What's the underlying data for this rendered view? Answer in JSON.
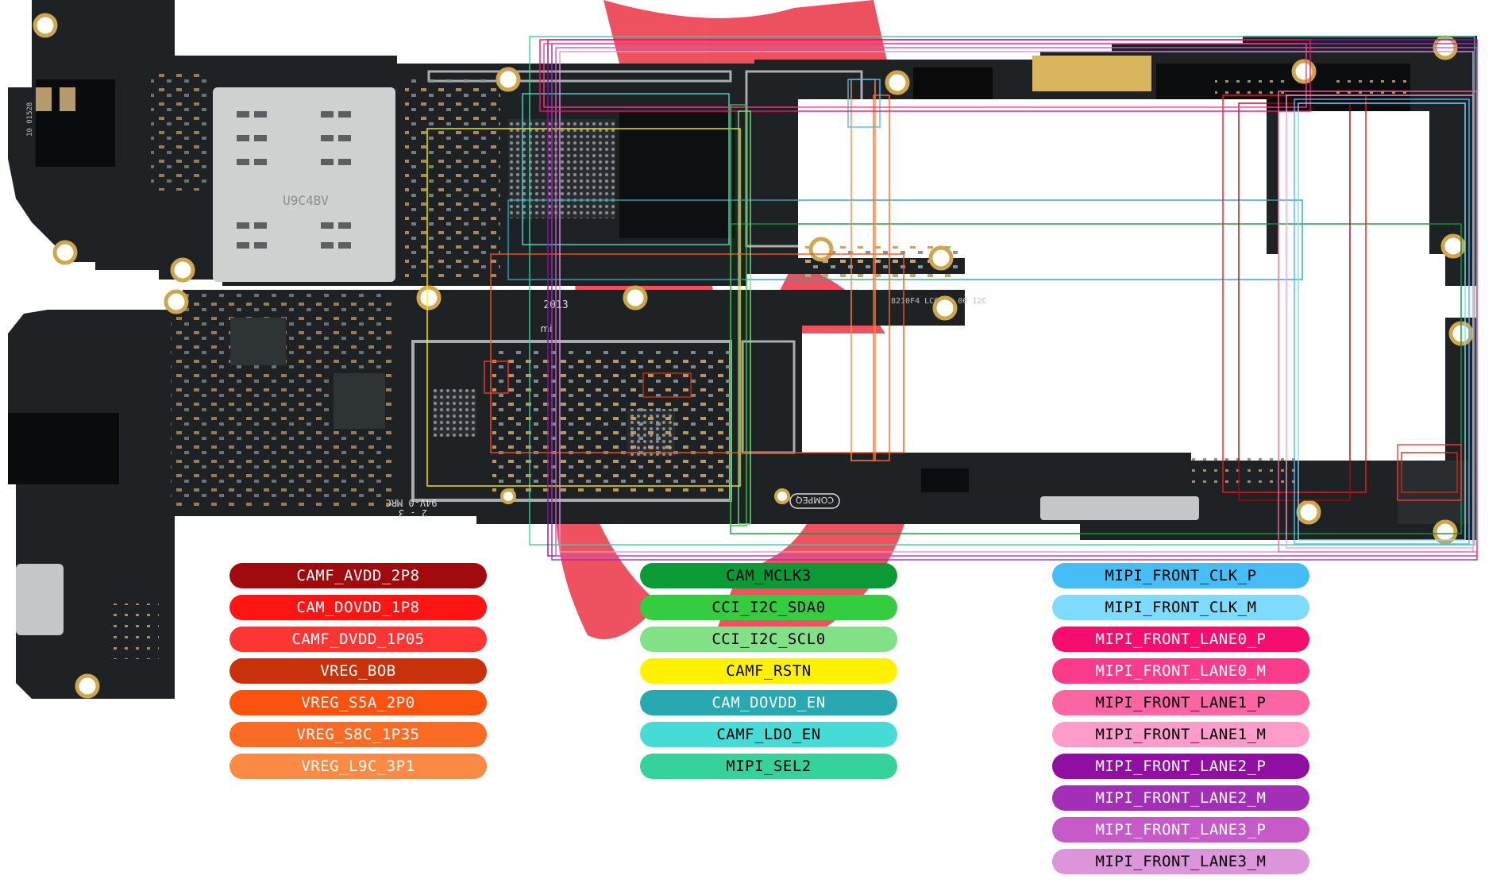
{
  "board": {
    "chip_marking": "U9C4BV",
    "silk_2013": "2013",
    "silk_mi": "mi",
    "silk_94v": "94V-0 MRC",
    "silk_23": "2 - 3",
    "silk_compeq": "COMPEQ",
    "silk_side": "8210F4 LC0000 00 12C",
    "silk_01": "10 01528",
    "watermark_colors": {
      "primary": "#e8182c"
    }
  },
  "legend": {
    "column1": [
      {
        "label": "CAMF_AVDD_2P8",
        "color": "#a10b0e",
        "text_color": "#ffffff"
      },
      {
        "label": "CAM_DOVDD_1P8",
        "color": "#fc1513",
        "text_color": "#ffffff"
      },
      {
        "label": "CAMF_DVDD_1P05",
        "color": "#fd3533",
        "text_color": "#ffffff"
      },
      {
        "label": "VREG_BOB",
        "color": "#c9310b",
        "text_color": "#ffffff"
      },
      {
        "label": "VREG_S5A_2P0",
        "color": "#fa520f",
        "text_color": "#ffffff"
      },
      {
        "label": "VREG_S8C_1P35",
        "color": "#fa6b25",
        "text_color": "#ffffff"
      },
      {
        "label": "VREG_L9C_3P1",
        "color": "#fb8a45",
        "text_color": "#ffffff"
      }
    ],
    "column2": [
      {
        "label": "CAM_MCLK3",
        "color": "#0b9a36",
        "text_color": "#000000"
      },
      {
        "label": "CCI_I2C_SDA0",
        "color": "#33cd3f",
        "text_color": "#000000"
      },
      {
        "label": "CCI_I2C_SCL0",
        "color": "#82e187",
        "text_color": "#000000"
      },
      {
        "label": "CAMF_RSTN",
        "color": "#fff101",
        "text_color": "#000000"
      },
      {
        "label": "CAM_DOVDD_EN",
        "color": "#28a9b2",
        "text_color": "#ffffff"
      },
      {
        "label": "CAMF_LDO_EN",
        "color": "#46dbd6",
        "text_color": "#000000"
      },
      {
        "label": "MIPI_SEL2",
        "color": "#35d39b",
        "text_color": "#000000"
      }
    ],
    "column3": [
      {
        "label": "MIPI_FRONT_CLK_P",
        "color": "#47bdf7",
        "text_color": "#000000"
      },
      {
        "label": "MIPI_FRONT_CLK_M",
        "color": "#7fdbfb",
        "text_color": "#000000"
      },
      {
        "label": "MIPI_FRONT_LANE0_P",
        "color": "#f50e6e",
        "text_color": "#ffffff"
      },
      {
        "label": "MIPI_FRONT_LANE0_M",
        "color": "#fa3a8a",
        "text_color": "#ffffff"
      },
      {
        "label": "MIPI_FRONT_LANE1_P",
        "color": "#fb65a4",
        "text_color": "#000000"
      },
      {
        "label": "MIPI_FRONT_LANE1_M",
        "color": "#fd9ccb",
        "text_color": "#000000"
      },
      {
        "label": "MIPI_FRONT_LANE2_P",
        "color": "#910ea2",
        "text_color": "#ffffff"
      },
      {
        "label": "MIPI_FRONT_LANE2_M",
        "color": "#a32eb8",
        "text_color": "#ffffff"
      },
      {
        "label": "MIPI_FRONT_LANE3_P",
        "color": "#c65ac9",
        "text_color": "#ffffff"
      },
      {
        "label": "MIPI_FRONT_LANE3_M",
        "color": "#dc94da",
        "text_color": "#000000"
      }
    ]
  }
}
